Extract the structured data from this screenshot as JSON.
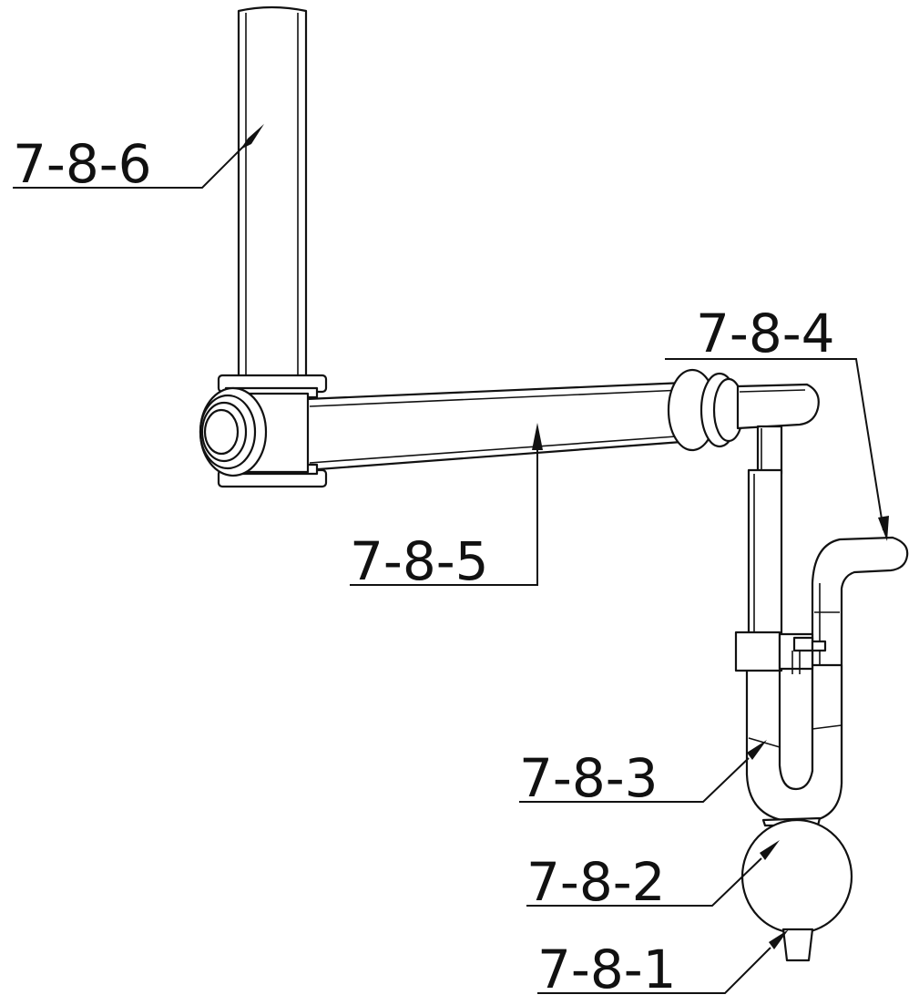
{
  "labels": {
    "l6": "7-8-6",
    "l5": "7-8-5",
    "l4": "7-8-4",
    "l3": "7-8-3",
    "l2": "7-8-2",
    "l1": "7-8-1"
  }
}
